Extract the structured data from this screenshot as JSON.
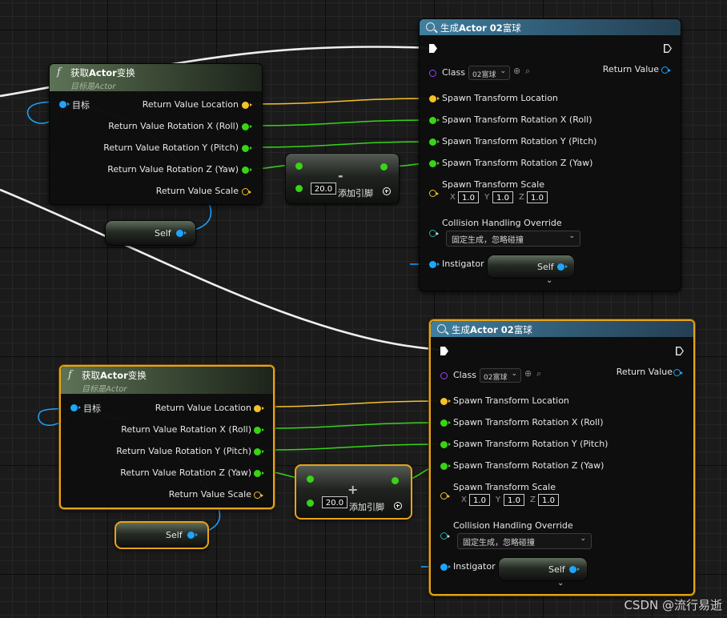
{
  "colors": {
    "exec": "#ffffff",
    "object_pin": "#1ea5ff",
    "vector_pin": "#f5c02a",
    "float_pin": "#38d416",
    "class_pin": "#9b40ff",
    "enum_pin": "#24b0a0",
    "selection": "#e8a317"
  },
  "get_transform_nodes": [
    {
      "icon": "function-icon",
      "title_prefix": "获取",
      "title_bold": "Actor",
      "title_suffix": "变换",
      "subtitle_prefix": "目标是",
      "subtitle_italic": "Actor",
      "target_label": "目标",
      "out_location": "Return Value Location",
      "out_rot_x": "Return Value Rotation X (Roll)",
      "out_rot_y": "Return Value Rotation Y (Pitch)",
      "out_rot_z": "Return Value Rotation Z (Yaw)",
      "out_scale": "Return Value Scale"
    },
    {
      "icon": "function-icon",
      "title_prefix": "获取",
      "title_bold": "Actor",
      "title_suffix": "变换",
      "subtitle_prefix": "目标是",
      "subtitle_italic": "Actor",
      "target_label": "目标",
      "out_location": "Return Value Location",
      "out_rot_x": "Return Value Rotation X (Roll)",
      "out_rot_y": "Return Value Rotation Y (Pitch)",
      "out_rot_z": "Return Value Rotation Z (Yaw)",
      "out_scale": "Return Value Scale"
    }
  ],
  "self_nodes": [
    {
      "label": "Self"
    },
    {
      "label": "Self"
    }
  ],
  "math_nodes": [
    {
      "operator": "-",
      "value": "20.0",
      "add_pin_label": "添加引脚"
    },
    {
      "operator": "+",
      "value": "20.0",
      "add_pin_label": "添加引脚"
    }
  ],
  "spawn_nodes": [
    {
      "title_prefix": "生成",
      "title_bold": "Actor 02",
      "title_suffix": "富球",
      "class_label": "Class",
      "class_value": "02富球",
      "return_value": "Return Value",
      "in_location": "Spawn Transform Location",
      "in_rot_x": "Spawn Transform Rotation X (Roll)",
      "in_rot_y": "Spawn Transform Rotation Y (Pitch)",
      "in_rot_z": "Spawn Transform Rotation Z (Yaw)",
      "in_scale": "Spawn Transform Scale",
      "scale_x_label": "X",
      "scale_x": "1.0",
      "scale_y_label": "Y",
      "scale_y": "1.0",
      "scale_z_label": "Z",
      "scale_z": "1.0",
      "collision_label": "Collision Handling Override",
      "collision_value": "固定生成，忽略碰撞",
      "instigator_label": "Instigator",
      "instigator_self": "Self"
    },
    {
      "title_prefix": "生成",
      "title_bold": "Actor 02",
      "title_suffix": "富球",
      "class_label": "Class",
      "class_value": "02富球",
      "return_value": "Return Value",
      "in_location": "Spawn Transform Location",
      "in_rot_x": "Spawn Transform Rotation X (Roll)",
      "in_rot_y": "Spawn Transform Rotation Y (Pitch)",
      "in_rot_z": "Spawn Transform Rotation Z (Yaw)",
      "in_scale": "Spawn Transform Scale",
      "scale_x_label": "X",
      "scale_x": "1.0",
      "scale_y_label": "Y",
      "scale_y": "1.0",
      "scale_z_label": "Z",
      "scale_z": "1.0",
      "collision_label": "Collision Handling Override",
      "collision_value": "固定生成，忽略碰撞",
      "instigator_label": "Instigator",
      "instigator_self": "Self"
    }
  ],
  "watermark": "CSDN @流行易逝"
}
